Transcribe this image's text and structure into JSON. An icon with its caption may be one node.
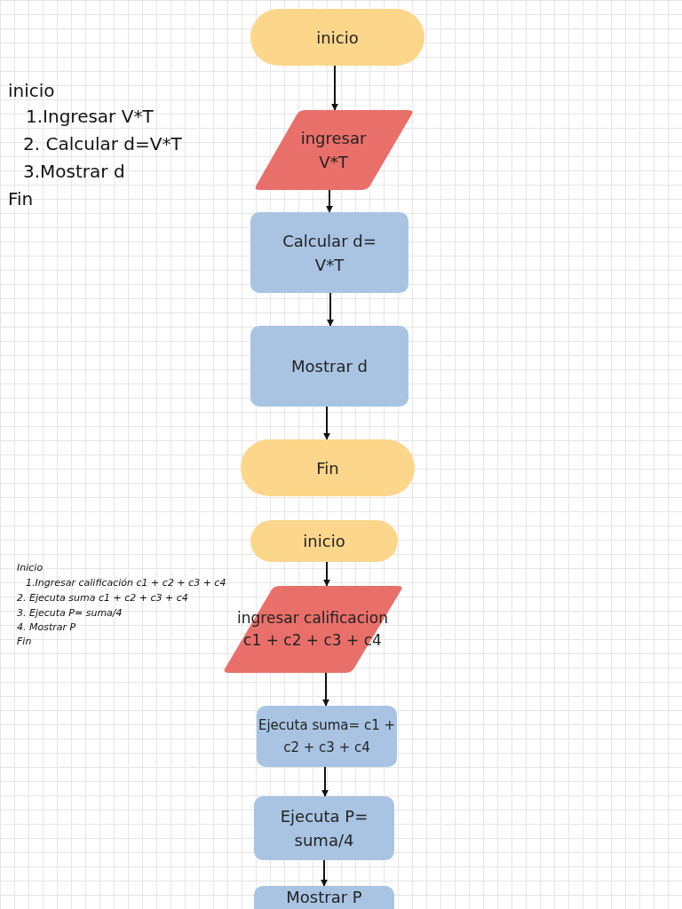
{
  "diagram": {
    "nodes": [
      {
        "text": [
          "inicio"
        ]
      },
      {
        "text": [
          "ingresar V*T"
        ]
      },
      {
        "text": [
          "Calcular d= V*T"
        ]
      },
      {
        "text": [
          "Mostrar d"
        ]
      },
      {
        "text": [
          "Fin"
        ]
      },
      {
        "text": [
          "inicio"
        ]
      },
      {
        "text": [
          "ingresar calificacion c1 + c2 + c3 + c4"
        ]
      },
      {
        "text": [
          "Ejecuta suma= c1 + c2 + c3 + c4"
        ]
      },
      {
        "text": [
          "Ejecuta P= suma/4"
        ]
      },
      {
        "text": [
          "Mostrar P"
        ]
      }
    ],
    "edges": [
      {
        "from": 0,
        "to": 1,
        "arrow": "to"
      },
      {
        "from": 1,
        "to": 2,
        "arrow": "to"
      },
      {
        "from": 2,
        "to": 3,
        "arrow": "to"
      },
      {
        "from": 3,
        "to": 4,
        "arrow": "to"
      },
      {
        "from": 5,
        "to": 6,
        "arrow": "to"
      },
      {
        "from": 6,
        "to": 7,
        "arrow": "to"
      },
      {
        "from": 7,
        "to": 8,
        "arrow": "to"
      },
      {
        "from": 8,
        "to": 9,
        "arrow": "to"
      }
    ],
    "labels": [
      "inicio",
      "1.Ingresar V*T",
      "2. Calcular d=V*T",
      "3.Mostrar d",
      "Fin",
      "Inicio",
      "1.Ingresar calificación c1 + c2 + c3 + c4",
      "2. Ejecuta suma c1 + c2 + c3 + c4",
      "3. Ejecuta P= suma/4",
      "4. Mostrar P",
      "Fin"
    ]
  }
}
